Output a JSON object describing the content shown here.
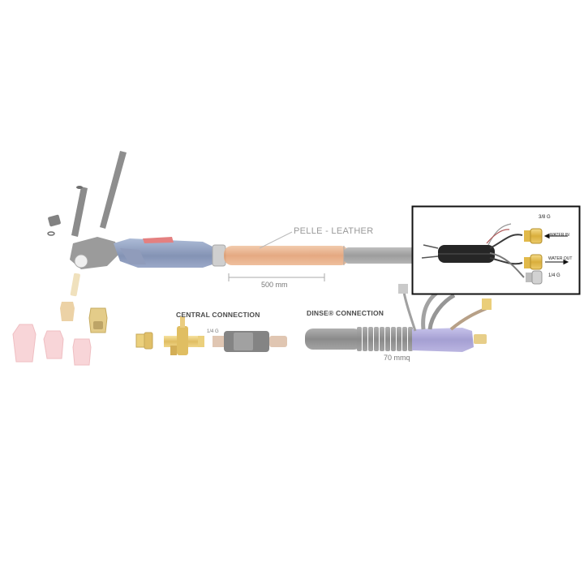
{
  "labels": {
    "leather": "PELLE - LEATHER",
    "length": "500 mm",
    "central_connection": "CENTRAL CONNECTION",
    "quarter_g_left": "1/4 G",
    "dinse_connection": "DINSE® CONNECTION",
    "section": "70 mmq",
    "inset_three_eighths_g": "3/8 G",
    "inset_water_in": "WATER IN",
    "inset_water_out": "WATER OUT",
    "inset_quarter_g": "1/4 G"
  },
  "colors": {
    "leather": "#e3a77a",
    "hose": "#9a9a9a",
    "handle_blue": "#7f8fb3",
    "handle_red": "#e07070",
    "brass": "#e6c25a",
    "ceramic_pink": "#f7c9cc",
    "dinse_purple": "#9b95cf",
    "inset_border": "#111111"
  }
}
